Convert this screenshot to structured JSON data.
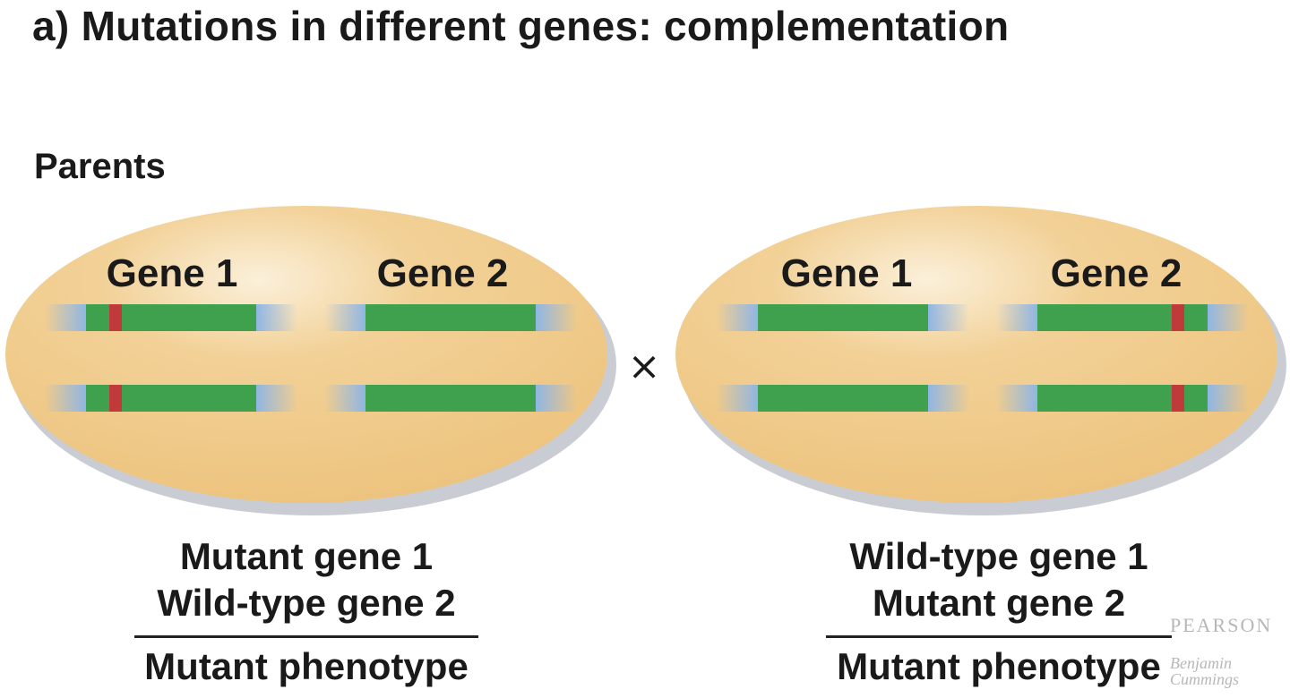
{
  "title": "a) Mutations in different genes: complementation",
  "parents_label": "Parents",
  "cross_symbol": "×",
  "left_parent": {
    "gene1_label": "Gene 1",
    "gene2_label": "Gene 2",
    "gene1_mutant": true,
    "gene2_mutant": false,
    "caption_line1": "Mutant gene 1",
    "caption_line2": "Wild-type gene 2",
    "phenotype": "Mutant phenotype"
  },
  "right_parent": {
    "gene1_label": "Gene 1",
    "gene2_label": "Gene 2",
    "gene1_mutant": false,
    "gene2_mutant": true,
    "caption_line1": "Wild-type gene 1",
    "caption_line2": "Mutant gene 2",
    "phenotype": "Mutant phenotype"
  },
  "watermark": {
    "brand": "PEARSON",
    "imprint_line1": "Benjamin",
    "imprint_line2": "Cummings"
  },
  "colors": {
    "cell_fill": "#efc985",
    "cell_shadow": "#c9cdd3",
    "gene": "#3fa14d",
    "flank": "#8fb6e3",
    "mutation": "#c0393b"
  }
}
